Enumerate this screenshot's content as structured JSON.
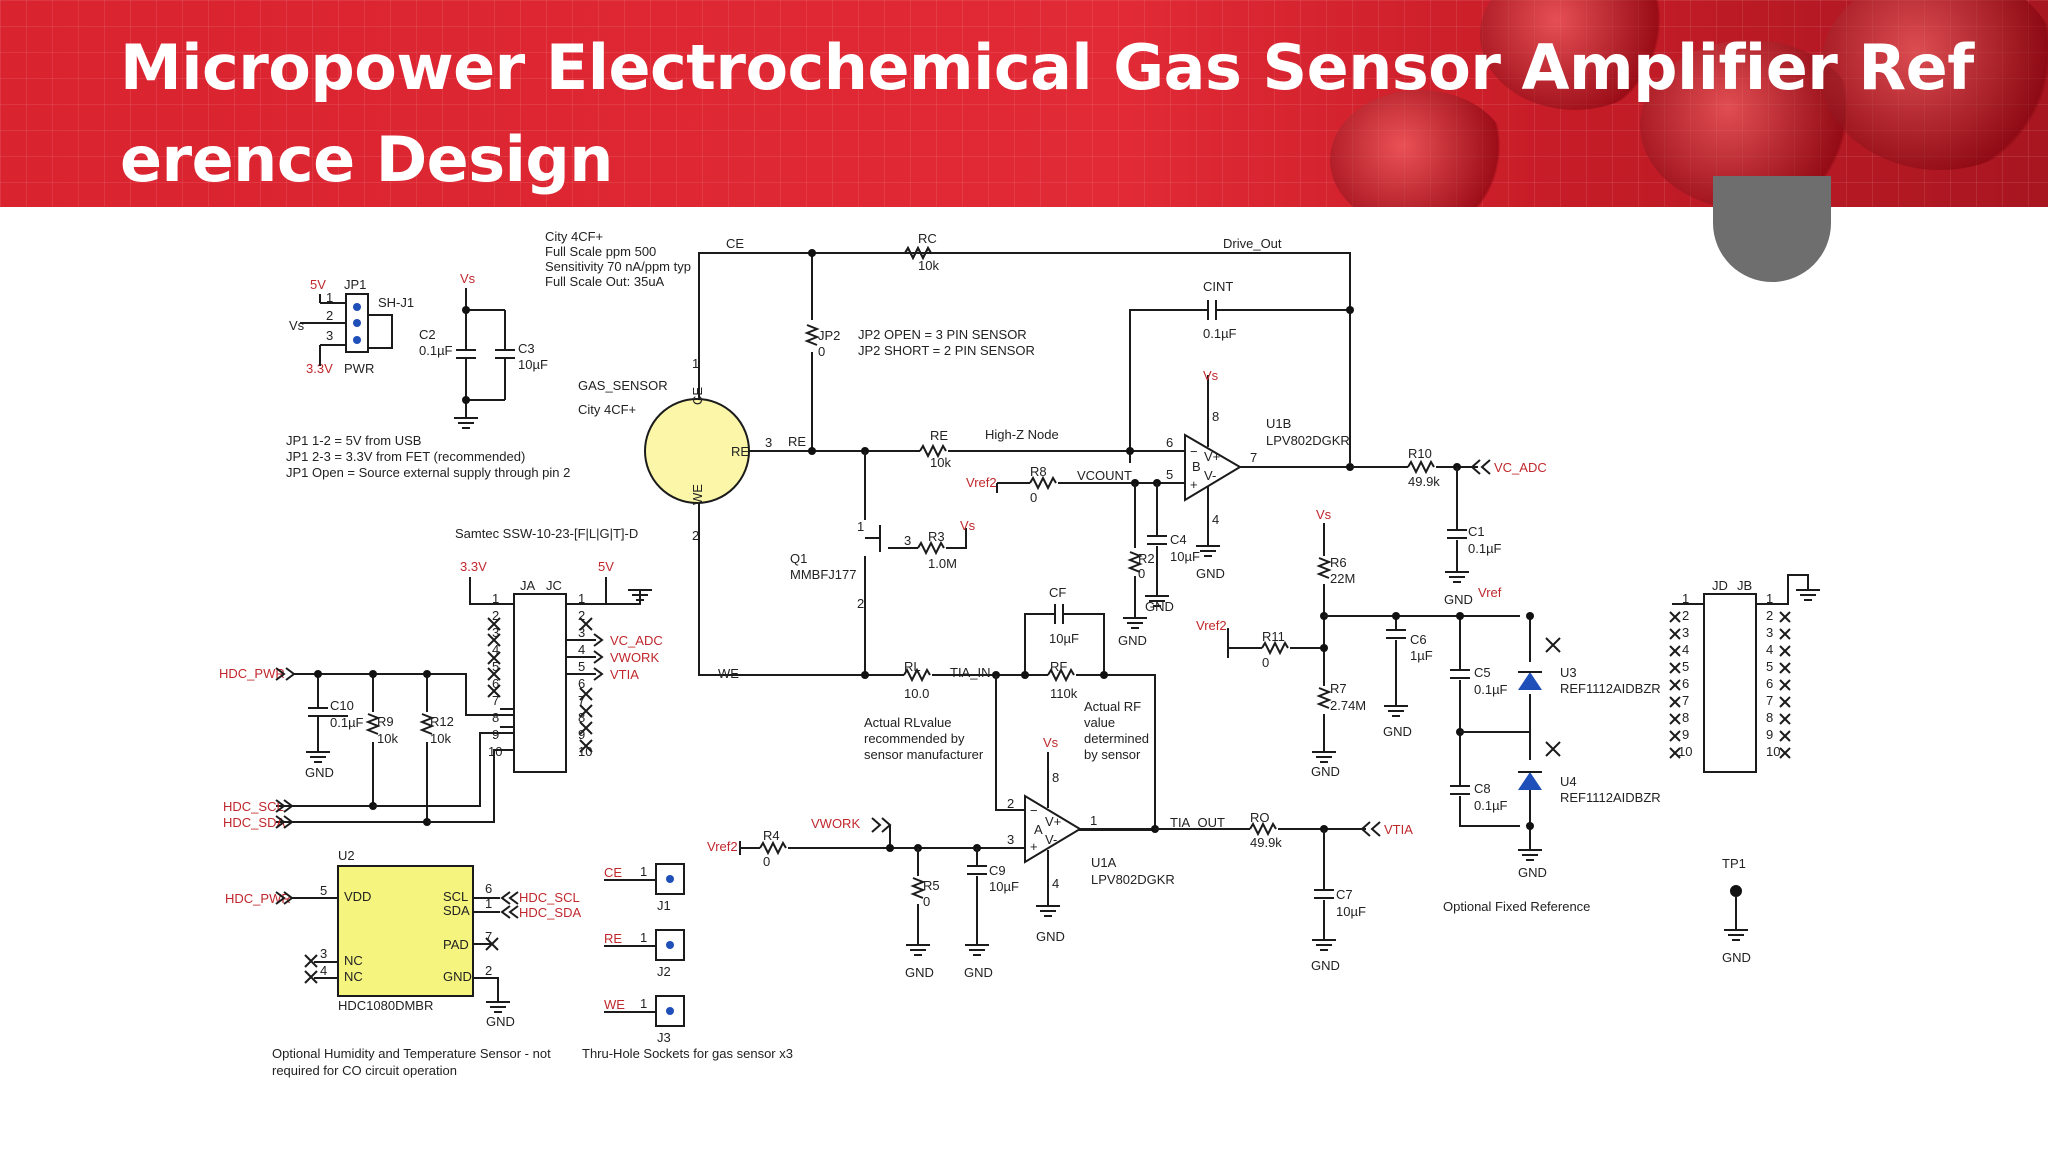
{
  "slide": {
    "title": "Micropower Electrochemical Gas Sensor Amplifier Reference Design"
  },
  "colors": {
    "banner": "#d9232f",
    "sensor_fill": "#fbf6a8",
    "ic_fill": "#f4f47e",
    "zener": "#1f4fb8",
    "net_label": "#c0282d"
  },
  "schematic": {
    "sensor_note": [
      "City 4CF+",
      "Full Scale ppm 500",
      "Sensitivity 70 nA/ppm typ",
      "Full Scale Out: 35uA"
    ],
    "jp1": {
      "ref": "JP1",
      "v5": "5V",
      "v33": "3.3V",
      "vs": "Vs",
      "pwr": "PWR",
      "shunt": "SH-J1",
      "pins": [
        "1",
        "2",
        "3"
      ]
    },
    "jp1_notes": [
      "JP1 1-2 = 5V from USB",
      "JP1 2-3 = 3.3V from FET (recommended)",
      "JP1 Open = Source external supply through pin 2"
    ],
    "c2": {
      "ref": "C2",
      "val": "0.1µF"
    },
    "c3": {
      "ref": "C3",
      "val": "10µF"
    },
    "vs": "Vs",
    "gas_sensor": {
      "name": "GAS_SENSOR",
      "model": "City 4CF+",
      "ce": "CE",
      "re": "RE",
      "we": "WE",
      "pin1": "1",
      "pin2": "2",
      "pin3": "3"
    },
    "nets": {
      "ce": "CE",
      "re": "RE",
      "we": "WE",
      "drive_out": "Drive_Out",
      "high_z": "High-Z Node",
      "vcount": "VCOUNT",
      "tia_in": "TIA_IN",
      "tia_out": "TIA_OUT",
      "vwork": "VWORK",
      "vref": "Vref",
      "vref2": "Vref2"
    },
    "rc": {
      "ref": "RC",
      "val": "10k"
    },
    "jp2": {
      "ref": "JP2",
      "val": "0"
    },
    "jp2_notes": [
      "JP2 OPEN = 3 PIN SENSOR",
      "JP2 SHORT = 2 PIN SENSOR"
    ],
    "cint": {
      "ref": "CINT",
      "val": "0.1µF"
    },
    "re_res": {
      "ref": "RE",
      "val": "10k"
    },
    "r8": {
      "ref": "R8",
      "val": "0"
    },
    "r2": {
      "ref": "R2",
      "val": "0"
    },
    "c4": {
      "ref": "C4",
      "val": "10µF"
    },
    "u1b": {
      "ref": "U1B",
      "part": "LPV802DGKR",
      "b": "B",
      "pin6": "6",
      "pin5": "5",
      "pin7": "7",
      "pin8": "8",
      "pin4": "4",
      "vplus": "V+",
      "vminus": "V-"
    },
    "r10": {
      "ref": "R10",
      "val": "49.9k"
    },
    "vc_adc": "VC_ADC",
    "c1": {
      "ref": "C1",
      "val": "0.1µF"
    },
    "q1": {
      "ref": "Q1",
      "part": "MMBFJ177"
    },
    "r3": {
      "ref": "R3",
      "val": "1.0M"
    },
    "cf": {
      "ref": "CF",
      "val": "10µF"
    },
    "rl": {
      "ref": "RL",
      "val": "10.0"
    },
    "rf": {
      "ref": "RF",
      "val": "110k"
    },
    "rl_note": [
      "Actual RLvalue",
      "recommended by",
      "sensor manufacturer"
    ],
    "rf_note": [
      "Actual RF",
      "value",
      "determined",
      "by sensor"
    ],
    "r6": {
      "ref": "R6",
      "val": "22M"
    },
    "r7": {
      "ref": "R7",
      "val": "2.74M"
    },
    "r11": {
      "ref": "R11",
      "val": "0"
    },
    "c6": {
      "ref": "C6",
      "val": "1µF"
    },
    "c5": {
      "ref": "C5",
      "val": "0.1µF"
    },
    "c8": {
      "ref": "C8",
      "val": "0.1µF"
    },
    "u3": {
      "ref": "U3",
      "part": "REF1112AIDBZR"
    },
    "u4": {
      "ref": "U4",
      "part": "REF1112AIDBZR"
    },
    "opt_ref": "Optional Fixed Reference",
    "samtec": "Samtec SSW-10-23-[F|L|G|T]-D",
    "ja": "JA",
    "jc": "JC",
    "jd": "JD",
    "jb": "JB",
    "v33": "3.3V",
    "v5": "5V",
    "header_nets": [
      "VC_ADC",
      "VWORK",
      "VTIA"
    ],
    "header_pins": [
      "1",
      "2",
      "3",
      "4",
      "5",
      "6",
      "7",
      "8",
      "9",
      "10"
    ],
    "hdc_pwr": "HDC_PWR",
    "hdc_scl": "HDC_SCL",
    "hdc_sda": "HDC_SDA",
    "c10": {
      "ref": "C10",
      "val": "0.1µF"
    },
    "r9": {
      "ref": "R9",
      "val": "10k"
    },
    "r12": {
      "ref": "R12",
      "val": "10k"
    },
    "r4": {
      "ref": "R4",
      "val": "0"
    },
    "r5": {
      "ref": "R5",
      "val": "0"
    },
    "c9": {
      "ref": "C9",
      "val": "10µF"
    },
    "u1a": {
      "ref": "U1A",
      "part": "LPV802DGKR",
      "a": "A",
      "pin2": "2",
      "pin3": "3",
      "pin1": "1",
      "pin8": "8",
      "pin4": "4"
    },
    "ro": {
      "ref": "RO",
      "val": "49.9k"
    },
    "c7": {
      "ref": "C7",
      "val": "10µF"
    },
    "vtia": "VTIA",
    "u2": {
      "ref": "U2",
      "part": "HDC1080DMBR",
      "vdd": "VDD",
      "nc": "NC",
      "scl": "SCL",
      "sda": "SDA",
      "pad": "PAD",
      "gnd": "GND",
      "p5": "5",
      "p3": "3",
      "p4": "4",
      "p6": "6",
      "p1": "1",
      "p7": "7",
      "p2": "2"
    },
    "u2_note": [
      "Optional Humidity and Temperature Sensor - not",
      "required for CO circuit operation"
    ],
    "j1": "J1",
    "j2": "J2",
    "j3": "J3",
    "sockets_note": "Thru-Hole Sockets for gas sensor x3",
    "tp1": "TP1",
    "gnd": "GND"
  }
}
